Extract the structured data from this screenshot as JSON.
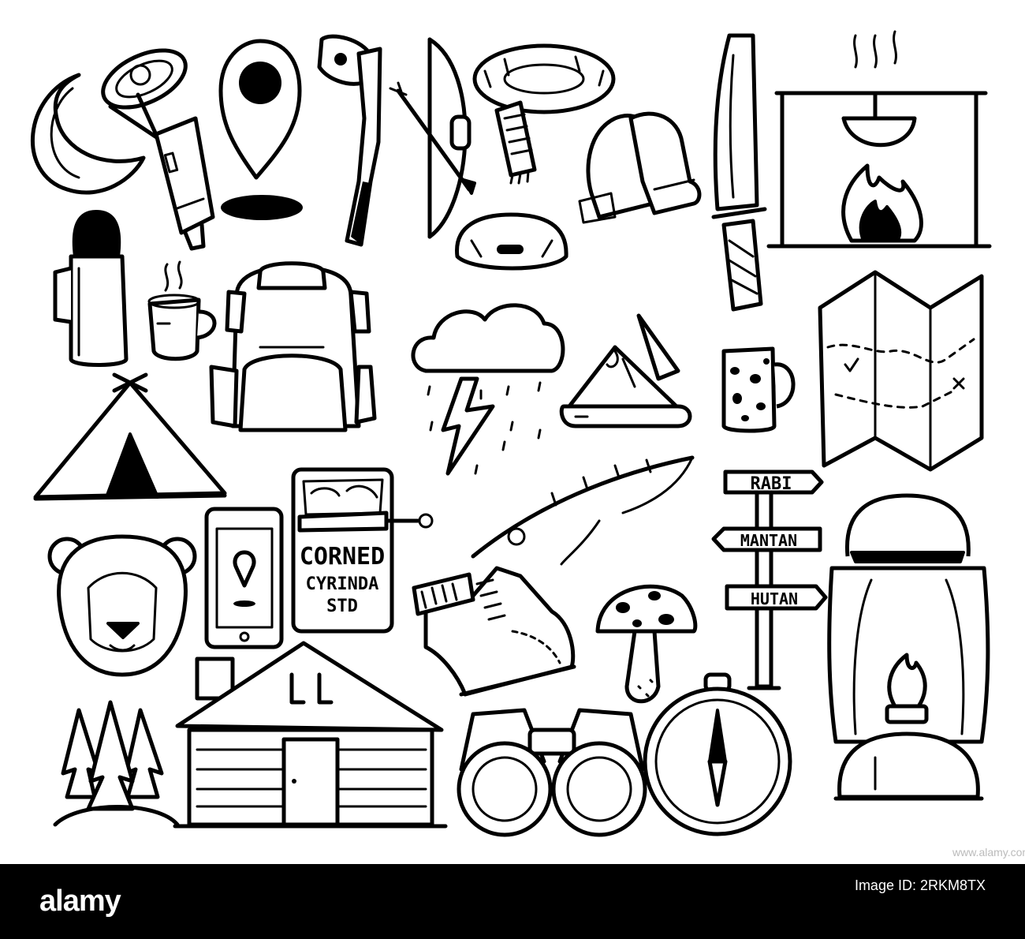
{
  "illustration": {
    "canned_food": {
      "line1": "CORNED",
      "line2": "CYRINDA",
      "line3": "STD"
    },
    "signpost": {
      "sign1": "RABI",
      "sign2": "MANTAN",
      "sign3": "HUTAN"
    }
  },
  "footer": {
    "brand": "alamy",
    "image_id_label": "Image ID: 2RKM8TX",
    "site": "www.alamy.com"
  },
  "colors": {
    "ink": "#000000",
    "paper": "#ffffff",
    "footer_bg": "#000000"
  }
}
